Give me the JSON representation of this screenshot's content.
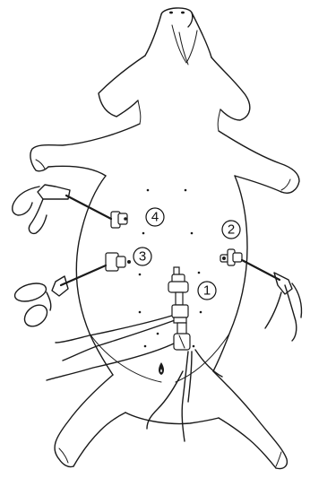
{
  "ports": [
    {
      "id": "port-1",
      "label": "1"
    },
    {
      "id": "port-2",
      "label": "2"
    },
    {
      "id": "port-3",
      "label": "3"
    },
    {
      "id": "port-4",
      "label": "4"
    }
  ],
  "colors": {
    "line": "#1a1a1a",
    "background": "#ffffff"
  }
}
